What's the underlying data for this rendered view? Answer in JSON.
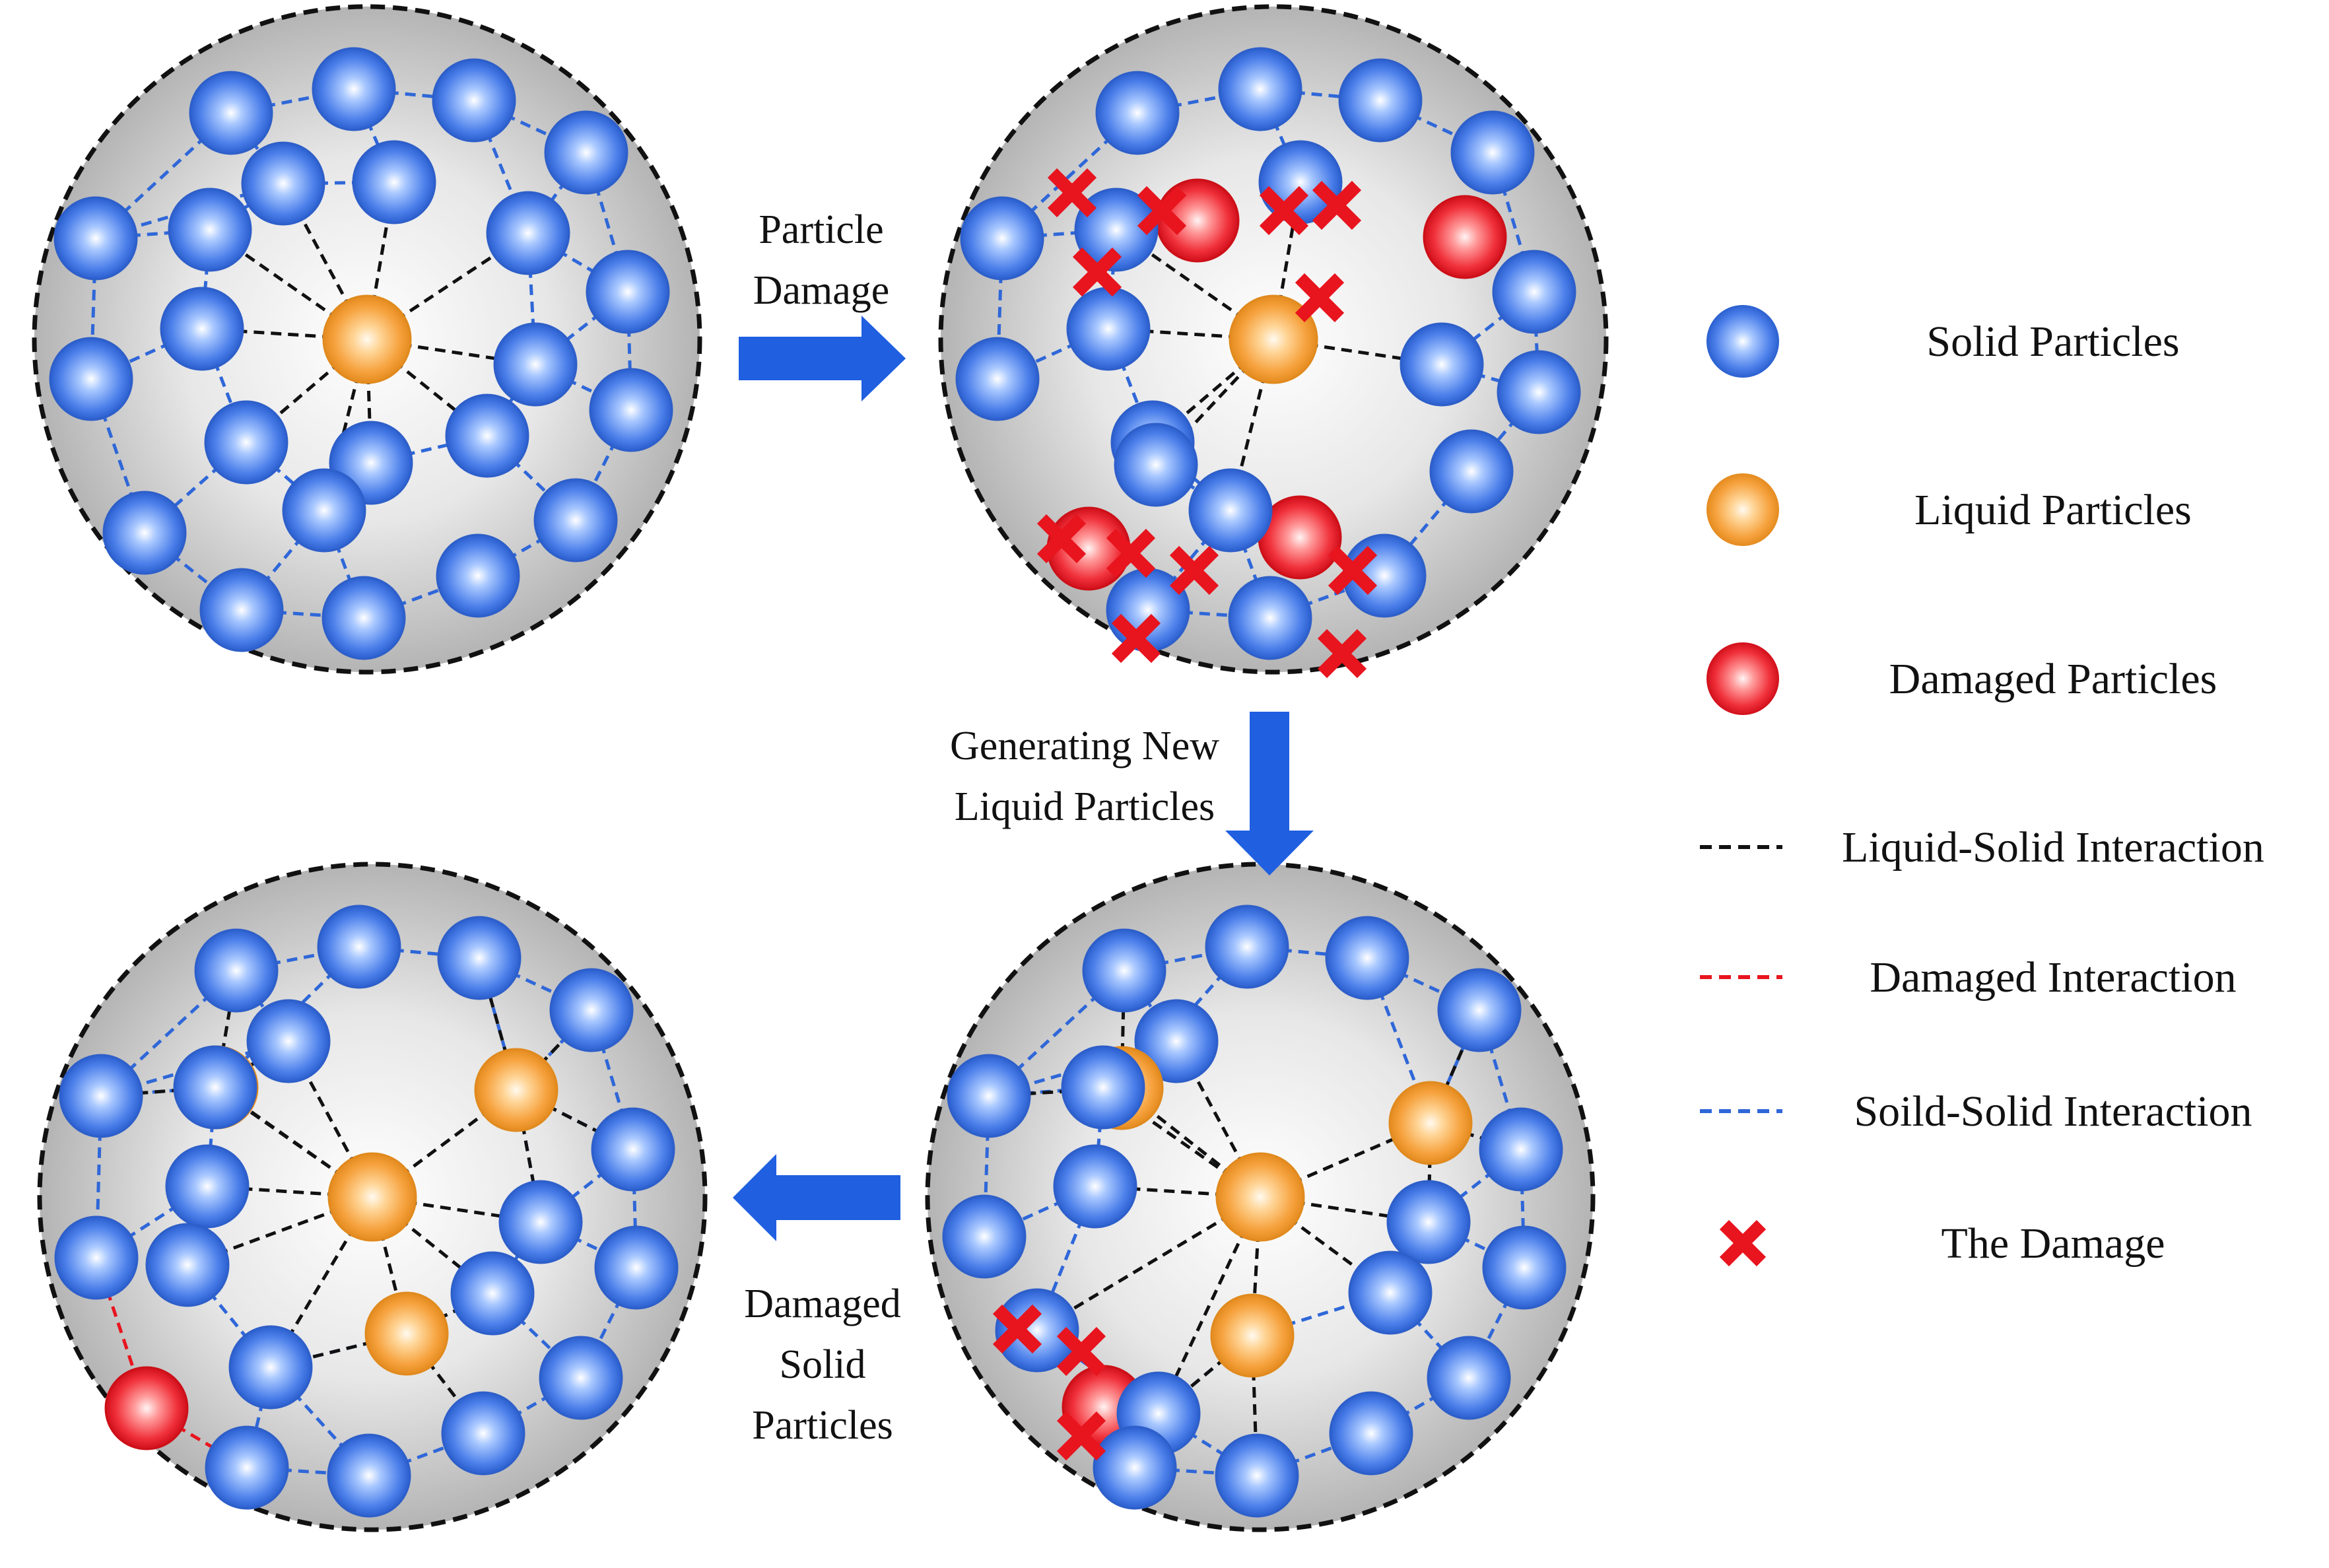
{
  "steps": {
    "particle_damage": [
      "Particle",
      "Damage"
    ],
    "generating_liquid": [
      "Generating New",
      "Liquid Particles"
    ],
    "damaged_solid": [
      "Damaged",
      "Solid",
      "Particles"
    ]
  },
  "legend": {
    "solid": "Solid Particles",
    "liquid": "Liquid Particles",
    "damaged": "Damaged Particles",
    "ls_interaction": "Liquid-Solid Interaction",
    "damaged_interaction": "Damaged Interaction",
    "ss_interaction": "Soild-Solid Interaction",
    "damage": "The Damage"
  },
  "colors": {
    "solid": "#3a6fe0",
    "liquid": "#f29a2e",
    "damaged": "#e8141e",
    "liquid_solid_line": "#111111",
    "damaged_line": "#e8141e",
    "solid_solid_line": "#2f67d8",
    "arrow": "#1f5fe0",
    "circle_border": "#111111"
  }
}
